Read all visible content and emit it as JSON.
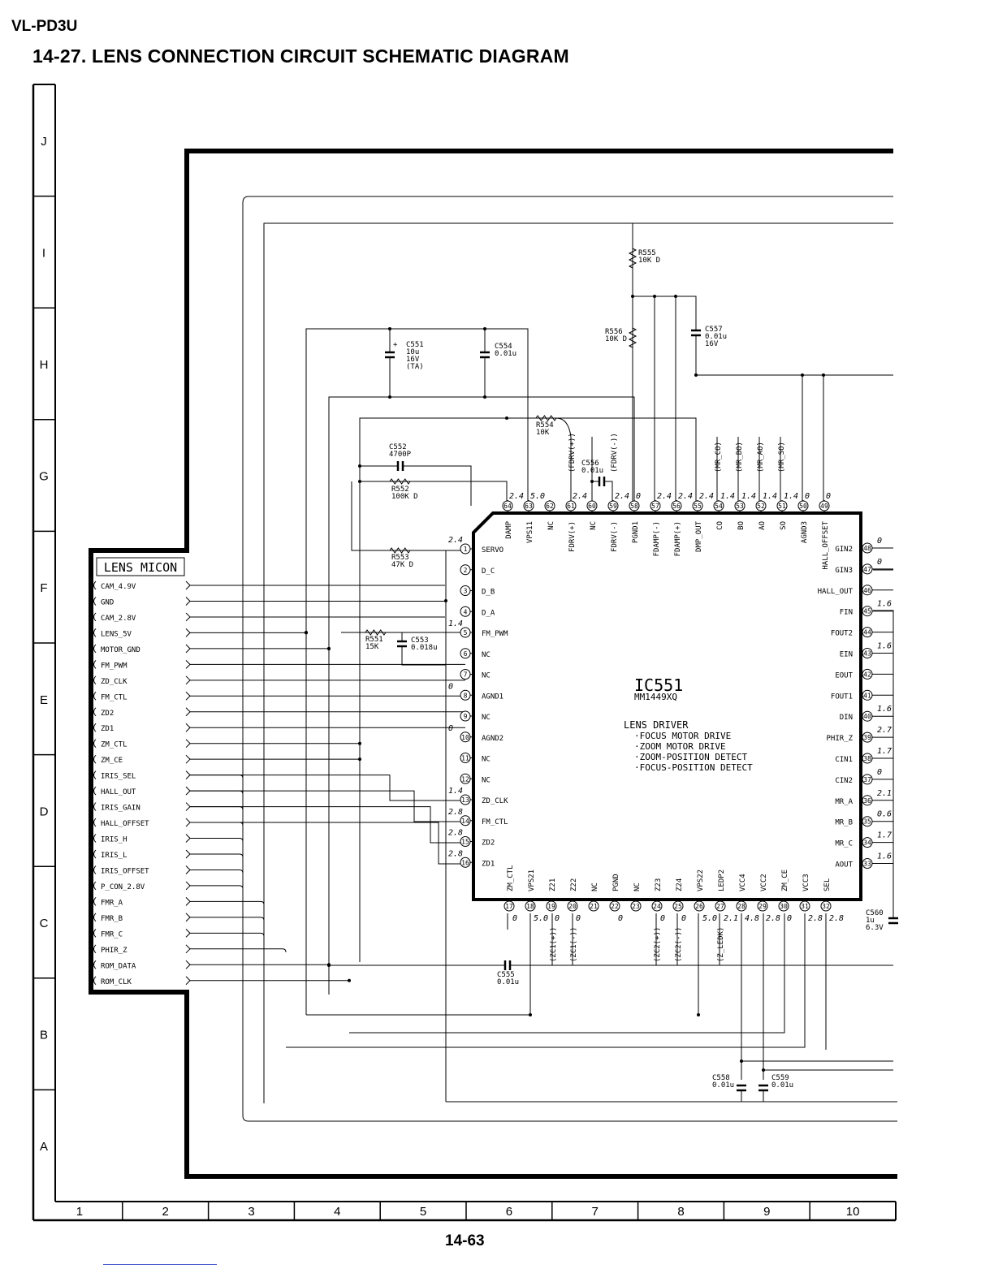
{
  "header": {
    "model": "VL-PD3U",
    "title": "14-27. LENS CONNECTION CIRCUIT SCHEMATIC DIAGRAM",
    "page_number": "14-63"
  },
  "grid": {
    "rows": [
      "J",
      "I",
      "H",
      "G",
      "F",
      "E",
      "D",
      "C",
      "B",
      "A"
    ],
    "columns": [
      "1",
      "2",
      "3",
      "4",
      "5",
      "6",
      "7",
      "8",
      "9",
      "10"
    ]
  },
  "connector": {
    "title": "LENS MICON",
    "pins": [
      "CAM_4.9V",
      "GND",
      "CAM_2.8V",
      "LENS_5V",
      "MOTOR_GND",
      "FM_PWM",
      "ZD_CLK",
      "FM_CTL",
      "ZD2",
      "ZD1",
      "ZM_CTL",
      "ZM_CE",
      "IRIS_SEL",
      "HALL_OUT",
      "IRIS_GAIN",
      "HALL_OFFSET",
      "IRIS_H",
      "IRIS_L",
      "IRIS_OFFSET",
      "P_CON_2.8V",
      "FMR_A",
      "FMR_B",
      "FMR_C",
      "PHIR_Z",
      "ROM_DATA",
      "ROM_CLK"
    ]
  },
  "ic": {
    "ref": "IC551",
    "part": "MM1449XQ",
    "function": "LENS DRIVER",
    "features": [
      "·FOCUS MOTOR DRIVE",
      "·ZOOM MOTOR DRIVE",
      "·ZOOM-POSITION DETECT",
      "·FOCUS-POSITION DETECT"
    ],
    "left_pins": [
      {
        "num": "1",
        "name": "SERVO",
        "v": "2.4"
      },
      {
        "num": "2",
        "name": "D_C",
        "v": ""
      },
      {
        "num": "3",
        "name": "D_B",
        "v": ""
      },
      {
        "num": "4",
        "name": "D_A",
        "v": ""
      },
      {
        "num": "5",
        "name": "FM_PWM",
        "v": "1.4"
      },
      {
        "num": "6",
        "name": "NC",
        "v": ""
      },
      {
        "num": "7",
        "name": "NC",
        "v": ""
      },
      {
        "num": "8",
        "name": "AGND1",
        "v": "0"
      },
      {
        "num": "9",
        "name": "NC",
        "v": ""
      },
      {
        "num": "10",
        "name": "AGND2",
        "v": "0"
      },
      {
        "num": "11",
        "name": "NC",
        "v": ""
      },
      {
        "num": "12",
        "name": "NC",
        "v": ""
      },
      {
        "num": "13",
        "name": "ZD_CLK",
        "v": "1.4"
      },
      {
        "num": "14",
        "name": "FM_CTL",
        "v": "2.8"
      },
      {
        "num": "15",
        "name": "ZD2",
        "v": "2.8"
      },
      {
        "num": "16",
        "name": "ZD1",
        "v": "2.8"
      }
    ],
    "bottom_pins": [
      {
        "num": "17",
        "name": "ZM_CTL",
        "v": "0"
      },
      {
        "num": "18",
        "name": "VPS21",
        "v": "5.0"
      },
      {
        "num": "19",
        "name": "Z21",
        "v": "0"
      },
      {
        "num": "20",
        "name": "Z22",
        "v": "0"
      },
      {
        "num": "21",
        "name": "NC",
        "v": ""
      },
      {
        "num": "22",
        "name": "PGND",
        "v": "0"
      },
      {
        "num": "23",
        "name": "NC",
        "v": ""
      },
      {
        "num": "24",
        "name": "Z23",
        "v": "0"
      },
      {
        "num": "25",
        "name": "Z24",
        "v": "0"
      },
      {
        "num": "26",
        "name": "VPS22",
        "v": "5.0"
      },
      {
        "num": "27",
        "name": "LEDP2",
        "v": "2.1"
      },
      {
        "num": "28",
        "name": "VCC4",
        "v": "4.8"
      },
      {
        "num": "29",
        "name": "VCC2",
        "v": "2.8"
      },
      {
        "num": "30",
        "name": "ZM_CE",
        "v": "0"
      },
      {
        "num": "31",
        "name": "VCC3",
        "v": "2.8"
      },
      {
        "num": "32",
        "name": "SEL",
        "v": "2.8"
      }
    ],
    "right_pins": [
      {
        "num": "48",
        "name": "GIN2",
        "v": "0"
      },
      {
        "num": "47",
        "name": "GIN3",
        "v": "0"
      },
      {
        "num": "46",
        "name": "HALL_OUT",
        "v": ""
      },
      {
        "num": "45",
        "name": "FIN",
        "v": "1.6"
      },
      {
        "num": "44",
        "name": "FOUT2",
        "v": ""
      },
      {
        "num": "43",
        "name": "EIN",
        "v": "1.6"
      },
      {
        "num": "42",
        "name": "EOUT",
        "v": ""
      },
      {
        "num": "41",
        "name": "FOUT1",
        "v": ""
      },
      {
        "num": "40",
        "name": "DIN",
        "v": "1.6"
      },
      {
        "num": "39",
        "name": "PHIR_Z",
        "v": "2.7"
      },
      {
        "num": "38",
        "name": "CIN1",
        "v": "1.7"
      },
      {
        "num": "37",
        "name": "CIN2",
        "v": "0"
      },
      {
        "num": "36",
        "name": "MR_A",
        "v": "2.1"
      },
      {
        "num": "35",
        "name": "MR_B",
        "v": "0.6"
      },
      {
        "num": "34",
        "name": "MR_C",
        "v": "1.7"
      },
      {
        "num": "33",
        "name": "AOUT",
        "v": "1.6"
      }
    ],
    "top_pins": [
      {
        "num": "64",
        "name": "DAMP",
        "v": "2.4"
      },
      {
        "num": "63",
        "name": "VPS11",
        "v": "5.0"
      },
      {
        "num": "62",
        "name": "NC",
        "v": ""
      },
      {
        "num": "61",
        "name": "FDRV(+)",
        "v": "2.4"
      },
      {
        "num": "60",
        "name": "NC",
        "v": ""
      },
      {
        "num": "59",
        "name": "FDRV(-)",
        "v": "2.4"
      },
      {
        "num": "58",
        "name": "PGND1",
        "v": "0"
      },
      {
        "num": "57",
        "name": "FDAMP(-)",
        "v": "2.4"
      },
      {
        "num": "56",
        "name": "FDAMP(+)",
        "v": "2.4"
      },
      {
        "num": "55",
        "name": "DMP_OUT",
        "v": "2.4"
      },
      {
        "num": "54",
        "name": "CO",
        "v": "1.4"
      },
      {
        "num": "53",
        "name": "BO",
        "v": "1.4"
      },
      {
        "num": "52",
        "name": "AO",
        "v": "1.4"
      },
      {
        "num": "51",
        "name": "SO",
        "v": "1.4"
      },
      {
        "num": "50",
        "name": "AGND3",
        "v": "0"
      },
      {
        "num": "49",
        "name": "HALL_OFFSET",
        "v": "0"
      }
    ]
  },
  "components": [
    {
      "id": "r555",
      "lines": [
        "R555",
        "10K D"
      ]
    },
    {
      "id": "r556",
      "lines": [
        "R556",
        "10K D"
      ]
    },
    {
      "id": "c557",
      "lines": [
        "C557",
        "0.01u",
        "16V"
      ]
    },
    {
      "id": "c551",
      "lines": [
        "C551",
        "10u",
        "16V",
        "(TA)"
      ]
    },
    {
      "id": "c554",
      "lines": [
        "C554",
        "0.01u"
      ]
    },
    {
      "id": "r554",
      "lines": [
        "R554",
        "10K"
      ]
    },
    {
      "id": "c552",
      "lines": [
        "C552",
        "4700P"
      ]
    },
    {
      "id": "r552",
      "lines": [
        "R552",
        "100K D"
      ]
    },
    {
      "id": "c556",
      "lines": [
        "C556",
        "0.01u"
      ]
    },
    {
      "id": "r553",
      "lines": [
        "R553",
        "47K D"
      ]
    },
    {
      "id": "r551",
      "lines": [
        "R551",
        "15K"
      ]
    },
    {
      "id": "c553",
      "lines": [
        "C553",
        "0.018u"
      ]
    },
    {
      "id": "c555",
      "lines": [
        "C555",
        "0.01u"
      ]
    },
    {
      "id": "c558",
      "lines": [
        "C558",
        "0.01u"
      ]
    },
    {
      "id": "c559",
      "lines": [
        "C559",
        "0.01u"
      ]
    },
    {
      "id": "c560",
      "lines": [
        "C560",
        "1u",
        "6.3V"
      ]
    }
  ],
  "signals": {
    "top": [
      "(FDRV(+))",
      "(FDRV(-))",
      "(MR_CO)",
      "(MR_BO)",
      "(MR_AO)",
      "(MR_SO)"
    ],
    "bottom": [
      "(ZC1(+))",
      "(ZC1(-))",
      "(ZC2(+))",
      "(ZC2(-))",
      "(Z_LEDK)"
    ]
  }
}
